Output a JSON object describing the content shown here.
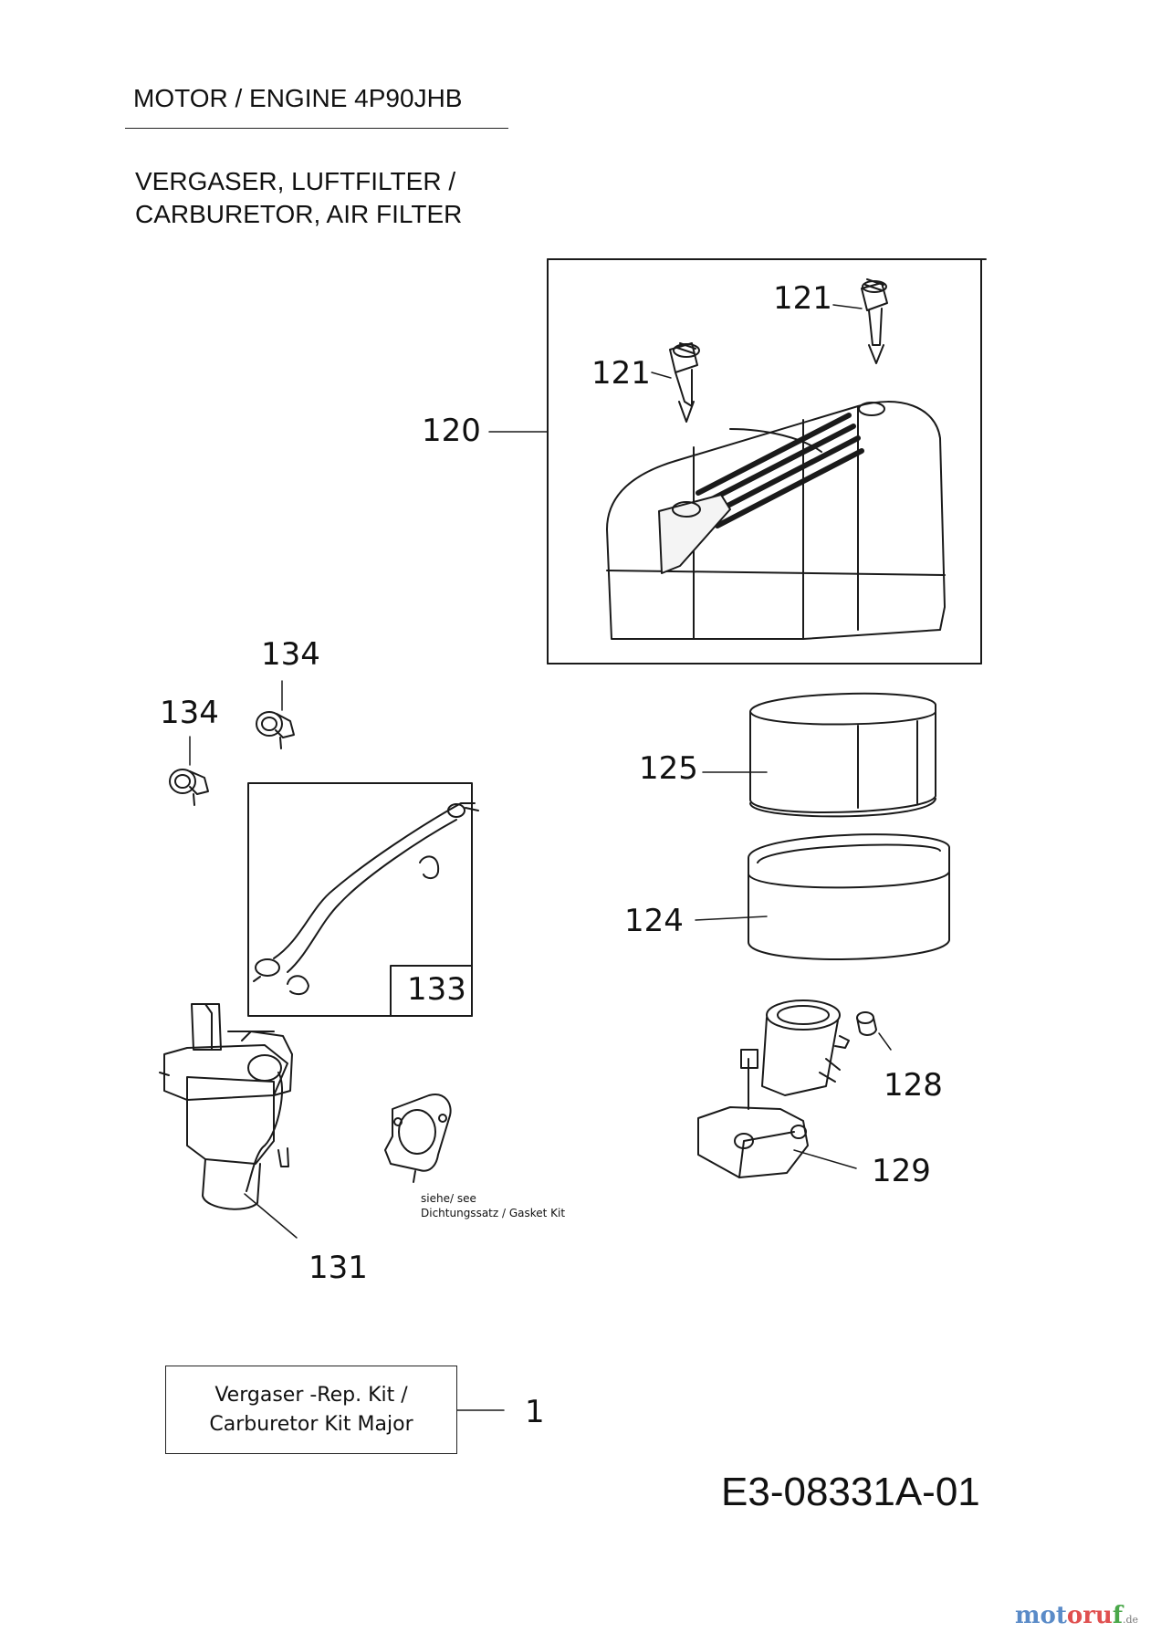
{
  "header": {
    "engine_line": "MOTOR / ENGINE  4P90JHB",
    "section_line_1": "VERGASER, LUFTFILTER /",
    "section_line_2": "CARBURETOR, AIR FILTER"
  },
  "callouts": {
    "air_cleaner_cover": "120",
    "knob_left": "121",
    "knob_right": "121",
    "clamp_upper": "134",
    "clamp_lower": "134",
    "filter_element": "125",
    "pre_cleaner": "124",
    "fuel_hose_kit": "133",
    "elbow": "128",
    "air_cleaner_base": "129",
    "carburetor": "131",
    "rep_kit": "1"
  },
  "gasket_note": {
    "line_1": "siehe/ see",
    "line_2": "Dichtungssatz / Gasket Kit"
  },
  "kit_box": {
    "line_1": "Vergaser -Rep. Kit /",
    "line_2": "Carburetor Kit Major"
  },
  "drawing_code": "E3-08331A-01",
  "watermark": {
    "part_1": "mot",
    "part_2": "oru",
    "part_3": "f",
    "tld": ".de"
  }
}
